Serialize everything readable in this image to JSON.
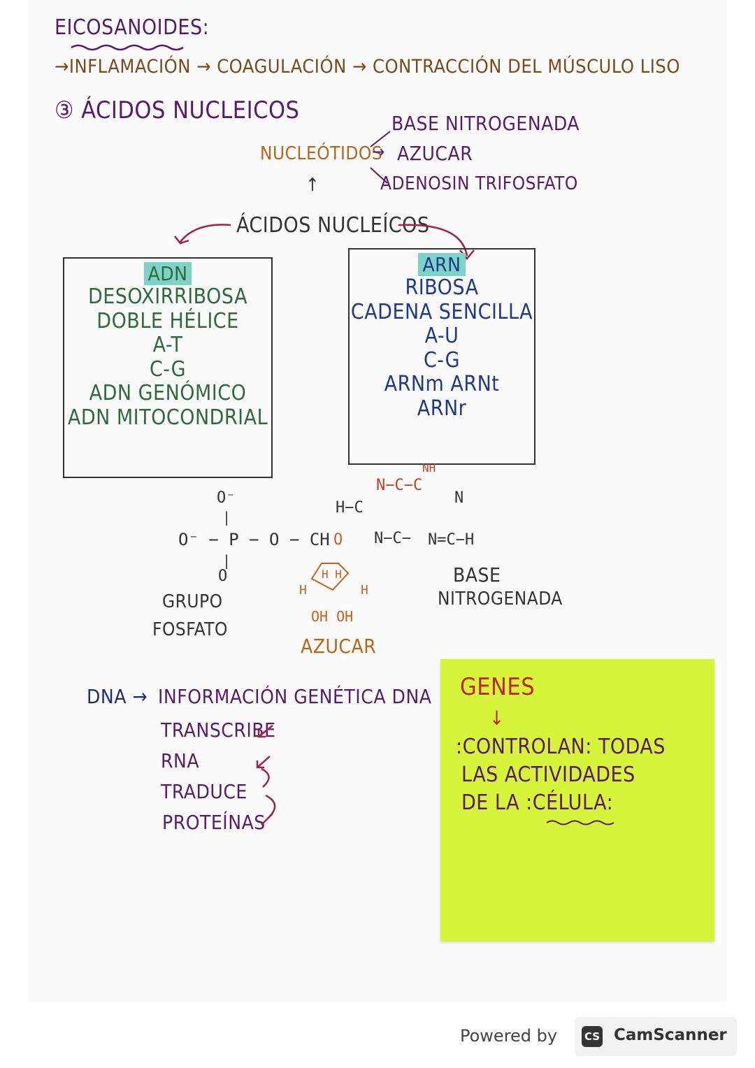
{
  "header": {
    "title": "EICOSANOIDES:",
    "flow": "→INFLAMACIÓN → COAGULACIÓN → CONTRACCIÓN DEL MÚSCULO LISO"
  },
  "section": {
    "title": "③ ÁCIDOS NUCLEICOS"
  },
  "nucleotidos": {
    "label": "NUCLEÓTIDOS",
    "arrow": "→",
    "components": [
      "BASE NITROGENADA",
      "AZUCAR",
      "ADENOSIN TRIFOSFATO"
    ],
    "up_arrow": "↑",
    "acidos_label": "ÁCIDOS NUCLEÍCOS"
  },
  "adn_box": {
    "title": "ADN",
    "lines": [
      "DESOXIRRIBOSA",
      "DOBLE HÉLICE",
      "A-T",
      "C-G",
      "ADN GENÓMICO",
      "ADN MITOCONDRIAL"
    ]
  },
  "arn_box": {
    "title": "ARN",
    "lines": [
      "RIBOSA",
      "CADENA SENCILLA",
      "A-U",
      "C-G",
      "ARNm ARNt",
      "ARNr"
    ]
  },
  "structure": {
    "phosphate": {
      "top": "O⁻",
      "bar_top": "|",
      "middle": "O⁻ − P − O − CH",
      "bar_bottom": "|",
      "bottom": "O",
      "label1": "GRUPO",
      "label2": "FOSFATO"
    },
    "sugar": {
      "ring_o": "O",
      "h_left": "H",
      "h_right": "H",
      "h_inner": "H  H",
      "oh": "OH  OH",
      "label": "AZUCAR"
    },
    "base": {
      "nh": "NH",
      "row1": "N−C−C",
      "n_right": "N",
      "hc": "H−C",
      "row3": "N−C−",
      "nch": "N=C−H",
      "label1": "BASE",
      "label2": "NITROGENADA"
    }
  },
  "dogma": {
    "dna": "DNA →",
    "info": "INFORMACIÓN GENÉTICA DNA",
    "steps": [
      "TRANSCRIBE",
      "RNA",
      "TRADUCE",
      "PROTEÍNAS"
    ]
  },
  "sticky": {
    "title": "GENES",
    "arrow": "↓",
    "lines": [
      ":CONTROLAN: TODAS",
      "LAS ACTIVIDADES",
      "DE LA :CÉLULA:"
    ]
  },
  "footer": {
    "powered": "Powered by",
    "logo": "CS",
    "brand": "CamScanner"
  },
  "colors": {
    "purple": "#5a1a6b",
    "orange": "#b8651a",
    "green": "#2e6b3a",
    "blue": "#1f3a8a",
    "red": "#c0242a",
    "sticky": "#d6f53a"
  }
}
